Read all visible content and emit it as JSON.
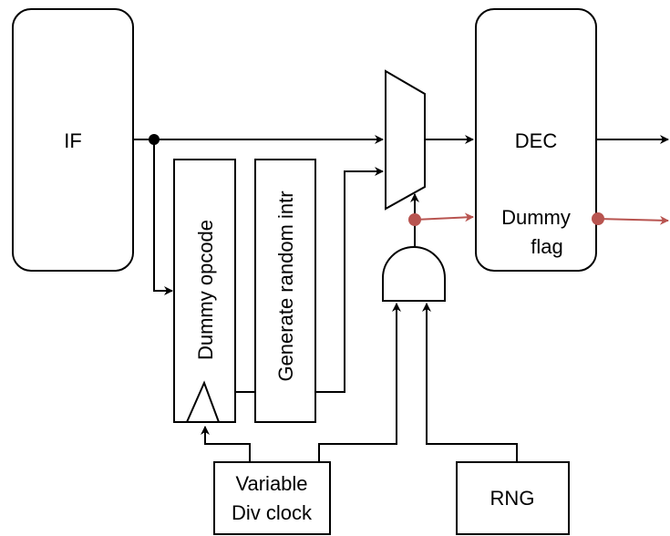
{
  "blocks": {
    "if_label": "IF",
    "dec_label": "DEC",
    "dummy_flag_line1": "Dummy",
    "dummy_flag_line2": "flag",
    "dummy_opcode_label": "Dummy opcode",
    "generate_random_intr_label": "Generate random intr",
    "variable_div_clock_line1": "Variable",
    "variable_div_clock_line2": "Div clock",
    "rng_label": "RNG"
  },
  "colors": {
    "wire": "#000000",
    "flag_wire": "#b85450"
  }
}
